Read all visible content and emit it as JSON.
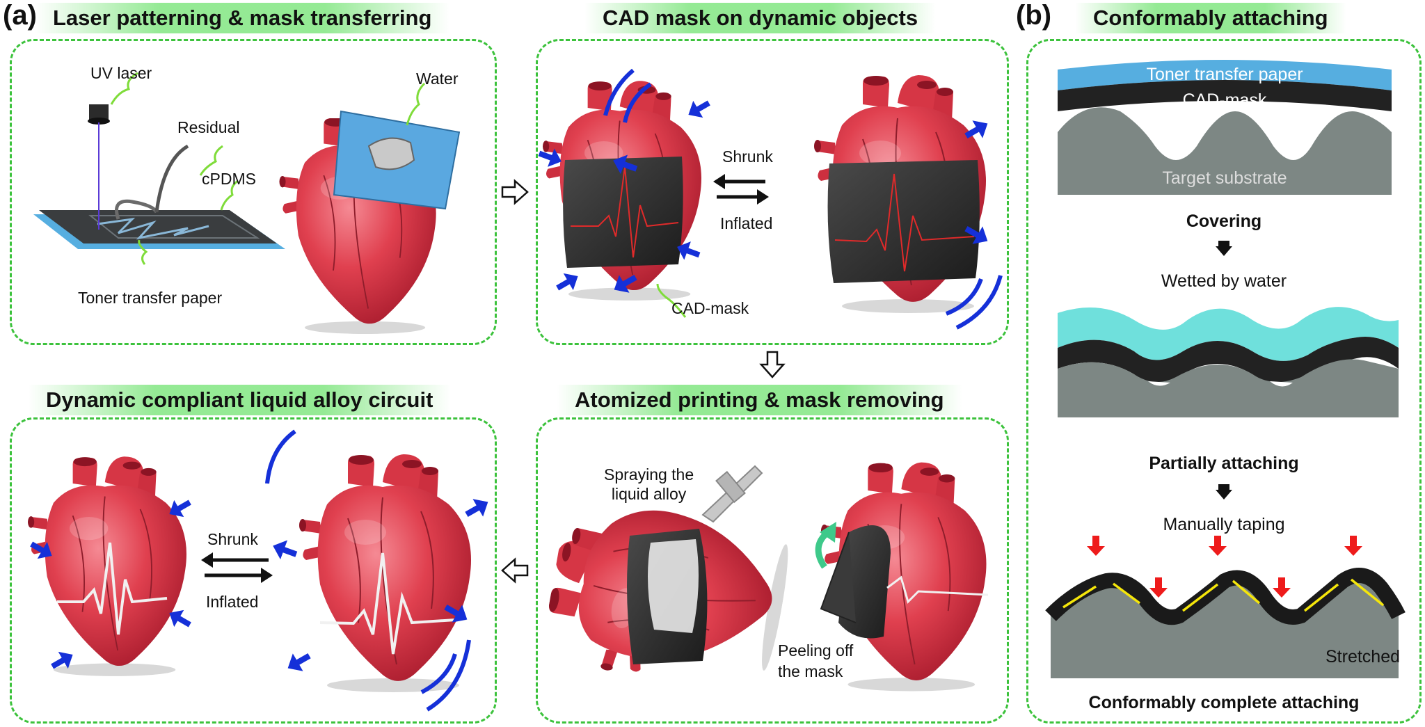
{
  "panel_labels": {
    "a": "(a)",
    "b": "(b)"
  },
  "titles": {
    "laser": "Laser patterning & mask transferring",
    "cad": "CAD mask on dynamic objects",
    "atomized": "Atomized printing & mask removing",
    "dynamic": "Dynamic compliant liquid alloy circuit",
    "conformal": "Conformably attaching"
  },
  "laser_panel": {
    "uv_laser": "UV laser",
    "residual": "Residual",
    "cpdms": "cPDMS",
    "toner": "Toner transfer paper",
    "water": "Water"
  },
  "cad_panel": {
    "shrunk": "Shrunk",
    "inflated": "Inflated",
    "cad_mask": "CAD-mask"
  },
  "atomized_panel": {
    "spraying": "Spraying the liquid alloy",
    "peeling": "Peeling off the mask"
  },
  "dynamic_panel": {
    "shrunk": "Shrunk",
    "inflated": "Inflated"
  },
  "conformal_panel": {
    "toner": "Toner transfer paper",
    "cad_mask": "CAD-mask",
    "substrate": "Target substrate",
    "covering": "Covering",
    "wetted": "Wetted by water",
    "partial": "Partially attaching",
    "taping": "Manually taping",
    "stretched": "Stretched",
    "complete": "Conformably complete attaching"
  },
  "colors": {
    "panel_border": "#3cc23c",
    "heart": "#d9384a",
    "mask": "#2c2c2c",
    "arrow_blue": "#1530d8",
    "toner_blue": "#56aee0",
    "water_cyan": "#6fe0dc",
    "substrate_gray": "#7d8784",
    "tape_red": "#ee1b1b",
    "stretch_yellow": "#f5e60a"
  }
}
